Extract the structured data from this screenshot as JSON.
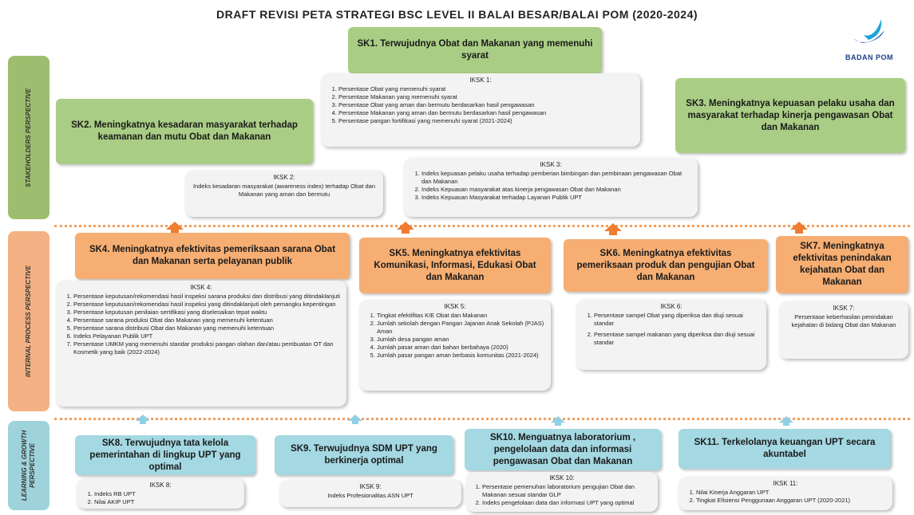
{
  "title": "DRAFT REVISI PETA STRATEGI BSC LEVEL II BALAI BESAR/BALAI POM (2020-2024)",
  "logo": {
    "text": "BADAN POM",
    "color": "#1b3f8b"
  },
  "perspectives": {
    "stakeholders": "STAKEHOLDERS PERSPECTIVE",
    "internal": "INTERNAL PROCESS PERSPECTIVE",
    "learning_1": "LEARNING & GROWTH",
    "learning_2": "PERSPECTIVE"
  },
  "colors": {
    "green": "#a9cd84",
    "orange": "#f6ae72",
    "blue": "#a4d8e2",
    "arrow": "#ee7d31"
  },
  "sk": {
    "sk1": "SK1. Terwujudnya Obat dan Makanan yang memenuhi syarat",
    "sk2": "SK2. Meningkatnya kesadaran masyarakat terhadap keamanan dan mutu Obat dan Makanan",
    "sk3": "SK3. Meningkatnya kepuasan pelaku usaha dan masyarakat terhadap kinerja pengawasan Obat dan Makanan",
    "sk4": "SK4. Meningkatnya efektivitas pemeriksaan sarana Obat dan Makanan serta pelayanan publik",
    "sk5": "SK5. Meningkatnya efektivitas Komunikasi, Informasi, Edukasi Obat dan Makanan",
    "sk6": "SK6. Meningkatnya efektivitas pemeriksaan produk dan pengujian Obat dan Makanan",
    "sk7": "SK7. Meningkatnya efektivitas penindakan kejahatan Obat dan Makanan",
    "sk8": "SK8. Terwujudnya tata kelola pemerintahan di lingkup UPT yang optimal",
    "sk9": "SK9. Terwujudnya SDM UPT yang berkinerja optimal",
    "sk10": "SK10. Menguatnya laboratorium , pengelolaan data dan informasi pengawasan Obat dan Makanan",
    "sk11": "SK11. Terkelolanya keuangan UPT secara akuntabel"
  },
  "iksk": {
    "iksk1": {
      "header": "IKSK 1:",
      "items": [
        "Persentase Obat yang memenuhi syarat",
        "Persentase Makanan yang memenuhi syarat",
        "Persentase Obat yang aman dan bermutu berdasarkan hasil pengawasan",
        "Persentase Makanan yang aman dan bermutu berdasarkan hasil pengawasan",
        "Persentase pangan fortifikasi yang memenuhi syarat (2021-2024)"
      ]
    },
    "iksk2": {
      "header": "IKSK 2:",
      "text": "Indeks kesadaran masyarakat (awareness index) terhadap Obat dan Makanan yang aman dan bermutu"
    },
    "iksk3": {
      "header": "IKSK 3:",
      "items": [
        "Indeks kepuasan pelaku usaha terhadap pemberian bimbingan dan pembinaan pengawasan Obat dan Makanan",
        "Indeks Kepuasan masyarakat atas kinerja pengawasan Obat dan Makanan",
        "Indeks Kepuasan Masyarakat terhadap Layanan Publik UPT"
      ]
    },
    "iksk4": {
      "header": "IKSK 4:",
      "items": [
        "Persentase keputusan/rekomendasi hasil inspeksi sarana produksi dan distribusi yang ditindaklanjuti",
        "Persentase keputusan/rekomendasi hasil inspeksi yang ditindaklanjuti oleh pemangku kepentingan",
        "Persentase keputusan penilaian sertifikasi yang diselesaikan tepat waktu",
        "Persentase sarana produksi Obat dan Makanan yang memenuhi ketentuan",
        "Persentase sarana distribusi Obat dan Makanan yang memenuhi ketentuan",
        "Indeks Pelayanan Publik UPT",
        "Persentase UMKM yang memenuhi standar produksi pangan olahan dan/atau pembuatan OT dan Kosmetik yang baik (2022-2024)"
      ]
    },
    "iksk5": {
      "header": "IKSK 5:",
      "items": [
        "Tingkat efektifitas KIE Obat dan Makanan",
        "Jumlah sekolah dengan Pangan Jajanan Anak Sekolah (PJAS) Aman",
        "Jumlah desa pangan aman",
        "Jumlah pasar aman dari bahan berbahaya (2020)",
        "Jumlah pasar pangan aman berbasis komunitas (2021-2024)"
      ]
    },
    "iksk6": {
      "header": "IKSK 6:",
      "items": [
        "Persentase sampel Obat yang diperiksa dan diuji sesuai standar",
        "Persentase sampel makanan yang diperiksa dan diuji sesuai standar"
      ]
    },
    "iksk7": {
      "header": "IKSK 7:",
      "text": "Persentase keberhasilan penindakan kejahatan di bidang Obat dan Makanan"
    },
    "iksk8": {
      "header": "IKSK 8:",
      "items": [
        "Indeks RB UPT",
        "Nilai AKIP UPT"
      ]
    },
    "iksk9": {
      "header": "IKSK 9:",
      "text": "Indeks Profesionalitas ASN UPT"
    },
    "iksk10": {
      "header": "IKSK 10:",
      "items": [
        "Persentase pemenuhan laboratorium pengujian Obat dan Makanan sesuai standar GLP",
        "Indeks pengelolaan data dan informasi UPT yang optimal"
      ]
    },
    "iksk11": {
      "header": "IKSK 11:",
      "items": [
        "Nilai Kinerja Anggaran UPT",
        "Tingkat Efisiensi Penggunaan Anggaran UPT (2020-2021)"
      ]
    }
  }
}
